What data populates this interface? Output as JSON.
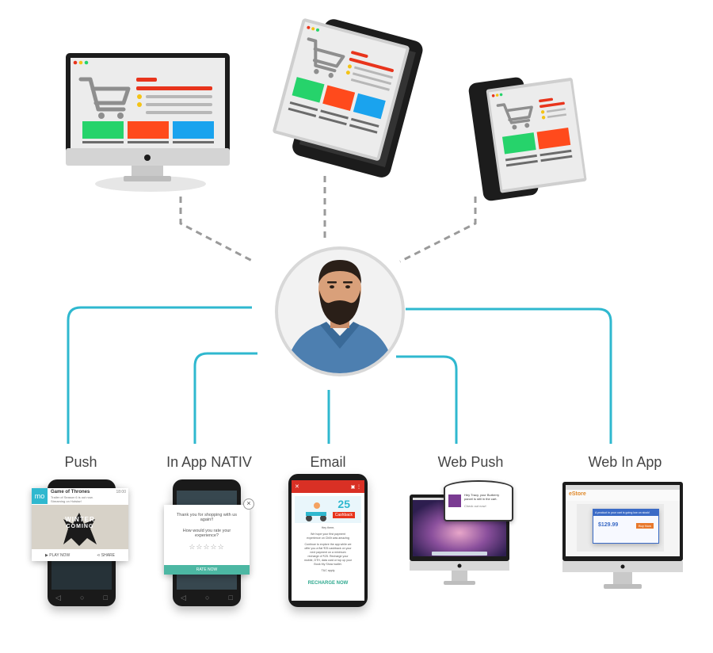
{
  "colors": {
    "connector": "#2fb8cf",
    "dashed": "#9a9a9a",
    "green": "#26d36b",
    "orange": "#ff4a1c",
    "blue": "#1aa3ee",
    "red": "#e8341c",
    "yellow": "#f4c316",
    "device_dark": "#1c1c1c",
    "screen_gray": "#ececec"
  },
  "channels": [
    {
      "label": "Push"
    },
    {
      "label": "In App NATIV"
    },
    {
      "label": "Email"
    },
    {
      "label": "Web Push"
    },
    {
      "label": "Web In App"
    }
  ],
  "push_mock": {
    "app_badge": "mo",
    "title": "Game of Thrones",
    "time": "18:00",
    "line1": "Trailer of Season 6 is out now.",
    "line2": "Streaming on Hotstar!",
    "poster_text_1": "WINTER",
    "poster_text_2": "COMING",
    "action_play": "PLAY NOW",
    "action_share": "SHARE"
  },
  "inapp_mock": {
    "line1": "Thank you for shopping with us",
    "line2": "again!!",
    "question1": "How would you rate your",
    "question2": "experience?",
    "stars": "☆☆☆☆☆",
    "button": "RATE NOW",
    "close": "×"
  },
  "email_mock": {
    "hero_number": "25",
    "hero_sub": "Cashback",
    "greeting": "Hey there,",
    "body1": "We hope your first payment",
    "body2": "experience on Chillr was amazing",
    "body3": "Continue to explore the app while we",
    "body4": "offer you a flat ₹25 cashback on your",
    "body5": "next payment on a minimum",
    "body6": "recharge of ₹25. Recharge your",
    "body7": "mobile, DTH, data card or top up your",
    "body8": "Book My Show wallet.",
    "tc": "T&C apply",
    "cta": "RECHARGE NOW"
  },
  "webpush_mock": {
    "line1": "Hey Tracy, your Burberry",
    "line2": "parcel is still in the cart.",
    "line3": "Check out now!"
  },
  "webinapp_mock": {
    "logo": "eStore",
    "headline": "A product in your cart is going low on stock!",
    "price": "$129.99",
    "button": "Buy Now"
  }
}
